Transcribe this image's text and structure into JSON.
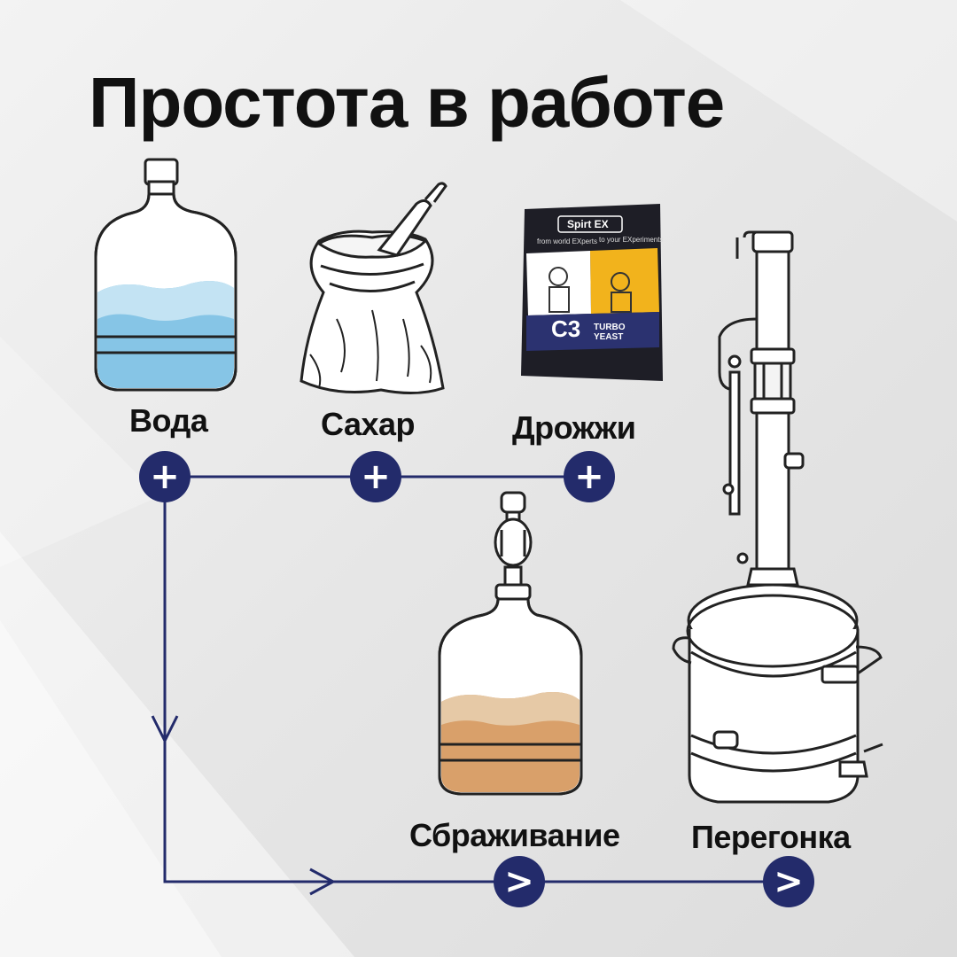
{
  "title": "Простота в работе",
  "steps": {
    "water": "Вода",
    "sugar": "Сахар",
    "yeast": "Дрожжи",
    "fermentation": "Сбраживание",
    "distillation": "Перегонка"
  },
  "badges": {
    "plus": "+",
    "next": ">"
  },
  "package": {
    "brand": "Spirt EX",
    "left_tagline": "from world EXperts",
    "right_tagline": "to your EXperiments",
    "product_code": "C3",
    "product_name": "TURBO YEAST"
  },
  "colors": {
    "navy": "#232b6b",
    "water": "#7dbfe3",
    "wash": "#d9a06a",
    "yellow": "#f2b31c"
  }
}
